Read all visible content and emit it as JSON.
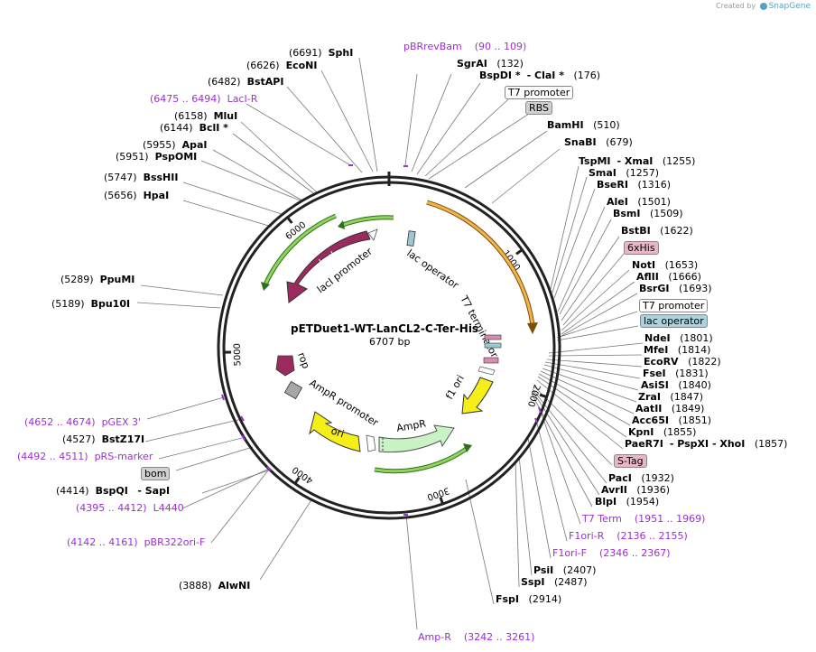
{
  "credit": {
    "prefix": "Created by",
    "brand": "SnapGene"
  },
  "plasmid": {
    "name": "pETDuet1-WT-LanCL2-C-Ter-His",
    "size": "6707 bp"
  },
  "ticks": [
    "1000",
    "2000",
    "3000",
    "4000",
    "5000",
    "6000"
  ],
  "features": {
    "laci": "lacI",
    "laci_promoter": "lacI promoter",
    "lac_operator": "lac operator",
    "t7_terminator": "T7 terminator",
    "f1_ori": "f1 ori",
    "ampr": "AmpR",
    "ampr_promoter": "AmpR promoter",
    "ori": "ori",
    "rop": "rop"
  },
  "sites": [
    {
      "name": "SphI",
      "pos": "(6691)"
    },
    {
      "name": "EcoNI",
      "pos": "(6626)"
    },
    {
      "name": "BstAPI",
      "pos": "(6482)"
    },
    {
      "name": "MluI",
      "pos": "(6158)"
    },
    {
      "name": "BclI *",
      "pos": "(6144)"
    },
    {
      "name": "ApaI",
      "pos": "(5955)"
    },
    {
      "name": "PspOMI",
      "pos": "(5951)"
    },
    {
      "name": "BssHII",
      "pos": "(5747)"
    },
    {
      "name": "HpaI",
      "pos": "(5656)"
    },
    {
      "name": "PpuMI",
      "pos": "(5289)"
    },
    {
      "name": "Bpu10I",
      "pos": "(5189)"
    },
    {
      "name": "BstZ17I",
      "pos": "(4527)"
    },
    {
      "name": "BspQI",
      "pos": "(4414)",
      "extra": "- SapI"
    },
    {
      "name": "AlwNI",
      "pos": "(3888)"
    },
    {
      "name": "SgrAI",
      "pos": "(132)"
    },
    {
      "name": "BspDI *",
      "pos": "(176)",
      "extra": "- ClaI *"
    },
    {
      "name": "BamHI",
      "pos": "(510)"
    },
    {
      "name": "SnaBI",
      "pos": "(679)"
    },
    {
      "name": "TspMI",
      "pos": "(1255)",
      "extra": "- XmaI"
    },
    {
      "name": "SmaI",
      "pos": "(1257)"
    },
    {
      "name": "BseRI",
      "pos": "(1316)"
    },
    {
      "name": "AleI",
      "pos": "(1501)"
    },
    {
      "name": "BsmI",
      "pos": "(1509)"
    },
    {
      "name": "BstBI",
      "pos": "(1622)"
    },
    {
      "name": "NotI",
      "pos": "(1653)"
    },
    {
      "name": "AflII",
      "pos": "(1666)"
    },
    {
      "name": "BsrGI",
      "pos": "(1693)"
    },
    {
      "name": "NdeI",
      "pos": "(1801)"
    },
    {
      "name": "MfeI",
      "pos": "(1814)"
    },
    {
      "name": "EcoRV",
      "pos": "(1822)"
    },
    {
      "name": "FseI",
      "pos": "(1831)"
    },
    {
      "name": "AsiSI",
      "pos": "(1840)"
    },
    {
      "name": "ZraI",
      "pos": "(1847)"
    },
    {
      "name": "AatII",
      "pos": "(1849)"
    },
    {
      "name": "Acc65I",
      "pos": "(1851)"
    },
    {
      "name": "KpnI",
      "pos": "(1855)"
    },
    {
      "name": "PaeR7I",
      "pos": "(1857)",
      "extra": "- PspXI - XhoI"
    },
    {
      "name": "PacI",
      "pos": "(1932)"
    },
    {
      "name": "AvrII",
      "pos": "(1936)"
    },
    {
      "name": "BlpI",
      "pos": "(1954)"
    },
    {
      "name": "PsiI",
      "pos": "(2407)"
    },
    {
      "name": "SspI",
      "pos": "(2487)"
    },
    {
      "name": "FspI",
      "pos": "(2914)"
    }
  ],
  "primers": [
    {
      "name": "pBRrevBam",
      "range": "(90 .. 109)"
    },
    {
      "name": "LacI-R",
      "range": "(6475 .. 6494)"
    },
    {
      "name": "pGEX 3'",
      "range": "(4652 .. 4674)"
    },
    {
      "name": "pRS-marker",
      "range": "(4492 .. 4511)"
    },
    {
      "name": "L4440",
      "range": "(4395 .. 4412)"
    },
    {
      "name": "pBR322ori-F",
      "range": "(4142 .. 4161)"
    },
    {
      "name": "T7 Term",
      "range": "(1951 .. 1969)"
    },
    {
      "name": "F1ori-R",
      "range": "(2136 .. 2155)"
    },
    {
      "name": "F1ori-F",
      "range": "(2346 .. 2367)"
    },
    {
      "name": "Amp-R",
      "range": "(3242 .. 3261)"
    }
  ],
  "boxes": {
    "t7_promoter_a": "T7 promoter",
    "rbs": "RBS",
    "six_his": "6xHis",
    "t7_promoter_b": "T7 promoter",
    "lac_operator_box": "lac operator",
    "s_tag": "S-Tag",
    "bom": "bom"
  },
  "colors": {
    "backbone": "#222222",
    "laci": "#9b2a5e",
    "green_arrow": "#6ab63a",
    "orange_arrow": "#f0a21e",
    "yellow": "#f5ee19",
    "ampr": "#c9f3c4",
    "primer": "#9b30d0",
    "leader": "#777777"
  }
}
